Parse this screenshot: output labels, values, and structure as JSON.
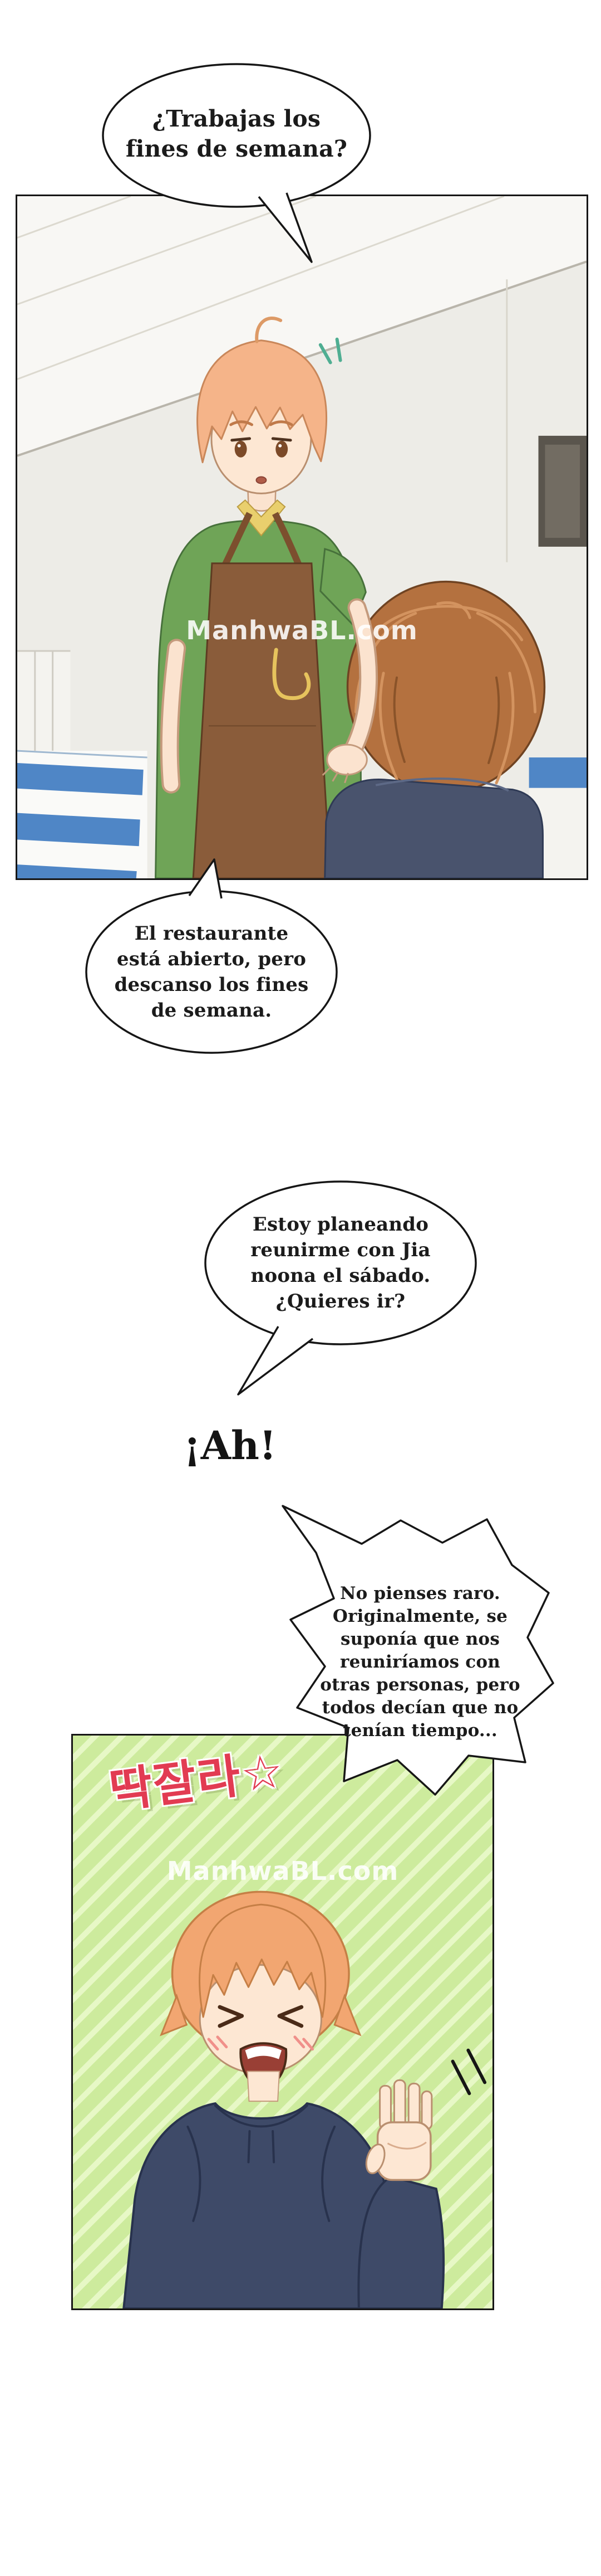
{
  "watermark": "ManhwaBL.com",
  "bubble1": {
    "lines": [
      "¿Trabajas los",
      "fines de semana?"
    ]
  },
  "bubble2": {
    "lines": [
      "El restaurante",
      "está abierto, pero",
      "descanso los fines",
      "de semana."
    ]
  },
  "bubble3": {
    "lines": [
      "Estoy planeando",
      "reunirme con Jia",
      "noona el sábado.",
      "¿Quieres ir?"
    ]
  },
  "exclamation": "¡Ah!",
  "bubble4": {
    "lines": [
      "No pienses raro.",
      "Originalmente, se",
      "suponía que nos",
      "reuniríamos con",
      "otras personas, pero",
      "todos decían que no",
      "tenían tiempo..."
    ]
  },
  "panel2_sfx": "딱잘라☆",
  "colors": {
    "panel_border": "#161616",
    "counter_blue": "#4f86c6",
    "shirt_green": "#6fa457",
    "collar_yellow": "#e9cf6d",
    "apron_brown": "#8a5c3a",
    "hair_peach": "#f5b489",
    "hair_auburn": "#b4713f",
    "hoodie_navy": "#3e4a68",
    "stripe_green": "#cdeb9d",
    "stripe_light": "#e7f8c6",
    "sfx_red": "#e23b52",
    "skin": "#fde7d3"
  }
}
